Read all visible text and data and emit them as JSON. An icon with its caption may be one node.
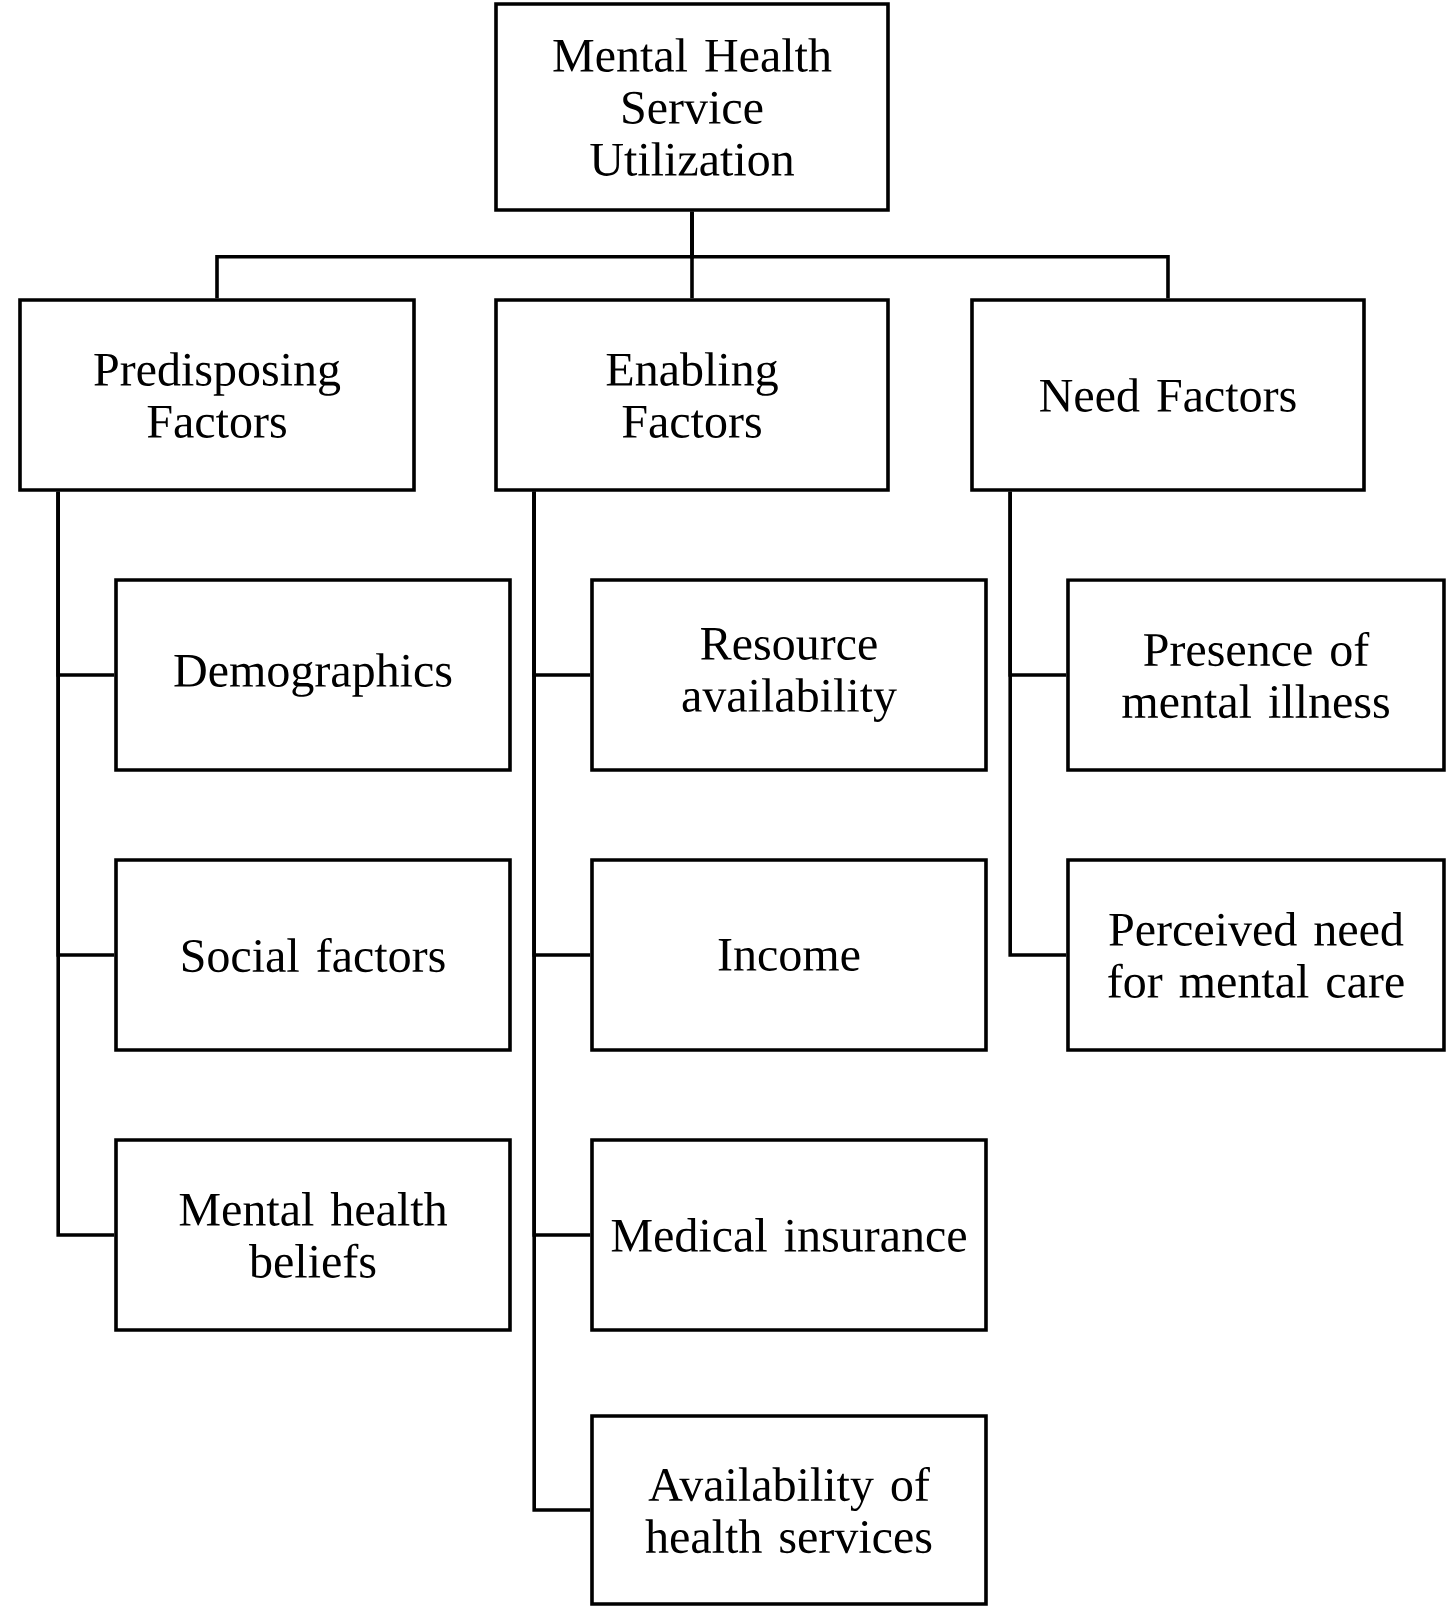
{
  "diagram": {
    "nodes": [
      {
        "text": [
          "Mental Health Service Utilization"
        ]
      },
      {
        "text": [
          "Predisposing Factors"
        ]
      },
      {
        "text": [
          "Enabling Factors"
        ]
      },
      {
        "text": [
          "Need Factors"
        ]
      },
      {
        "text": [
          "Demographics"
        ]
      },
      {
        "text": [
          "Social factors"
        ]
      },
      {
        "text": [
          "Mental health beliefs"
        ]
      },
      {
        "text": [
          "Resource availability"
        ]
      },
      {
        "text": [
          "Income"
        ]
      },
      {
        "text": [
          "Medical insurance"
        ]
      },
      {
        "text": [
          "Availability of health services"
        ]
      },
      {
        "text": [
          "Presence of mental illness"
        ]
      },
      {
        "text": [
          "Perceived need for mental care"
        ]
      }
    ],
    "edges": [
      {
        "from": 0,
        "to": 1,
        "arrow": "none"
      },
      {
        "from": 0,
        "to": 2,
        "arrow": "none"
      },
      {
        "from": 0,
        "to": 3,
        "arrow": "none"
      },
      {
        "from": 1,
        "to": 4,
        "arrow": "none"
      },
      {
        "from": 1,
        "to": 5,
        "arrow": "none"
      },
      {
        "from": 1,
        "to": 6,
        "arrow": "none"
      },
      {
        "from": 2,
        "to": 7,
        "arrow": "none"
      },
      {
        "from": 2,
        "to": 8,
        "arrow": "none"
      },
      {
        "from": 2,
        "to": 9,
        "arrow": "none"
      },
      {
        "from": 2,
        "to": 10,
        "arrow": "none"
      },
      {
        "from": 3,
        "to": 11,
        "arrow": "none"
      },
      {
        "from": 3,
        "to": 12,
        "arrow": "none"
      }
    ]
  }
}
